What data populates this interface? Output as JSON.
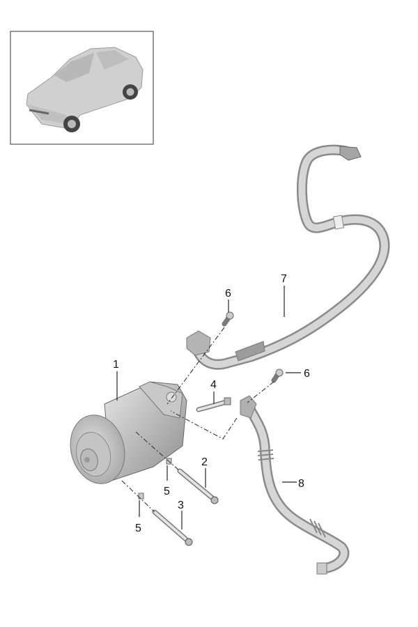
{
  "diagram": {
    "title": "Air conditioning compressor and refrigerant lines",
    "callouts": {
      "c1": "1",
      "c2": "2",
      "c3": "3",
      "c4": "4",
      "c5a": "5",
      "c5b": "5",
      "c6a": "6",
      "c6b": "6",
      "c7": "7",
      "c8": "8"
    }
  }
}
